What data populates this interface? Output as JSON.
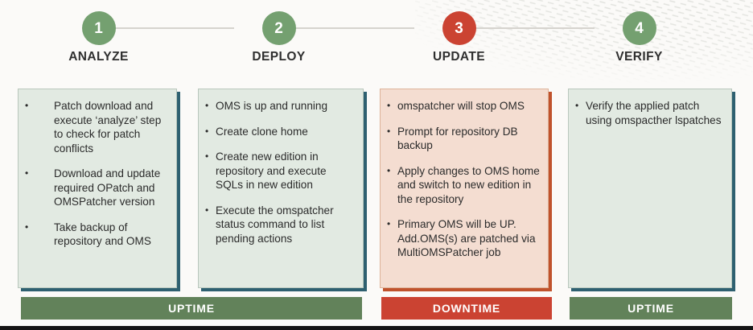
{
  "diagram": {
    "background_color": "#fbfaf8",
    "texture_name": "dashed-fingerprint-texture"
  },
  "colors": {
    "step_green": "#74a070",
    "step_red": "#cb4332",
    "card_green_fill": "#e2eae2",
    "card_green_edge": "#2e6070",
    "card_peach_fill": "#f4ddd1",
    "card_peach_edge": "#c0522c",
    "bar_green": "#62825a",
    "bar_red": "#cb4332",
    "connector": "#d6d3ce",
    "title_text": "#2f2f2f",
    "body_text": "#2b2b2b"
  },
  "steps": [
    {
      "number": "1",
      "title": "ANALYZE",
      "circle_color": "green",
      "card_variant": "green",
      "bullet_style": "wide",
      "bullets": [
        "Patch download and execute ‘analyze’ step to check for patch conflicts",
        "Download and update required OPatch and OMSPatcher version",
        "Take backup of repository and OMS"
      ]
    },
    {
      "number": "2",
      "title": "DEPLOY",
      "circle_color": "green",
      "card_variant": "green",
      "bullet_style": "tight",
      "bullets": [
        "OMS is up and running",
        "Create clone home",
        "Create new edition in repository and execute SQLs in new edition",
        "Execute the omspatcher status command to list pending actions"
      ]
    },
    {
      "number": "3",
      "title": "UPDATE",
      "circle_color": "red",
      "card_variant": "peach",
      "bullet_style": "tight",
      "bullets": [
        "omspatcher will stop OMS",
        "Prompt for repository DB backup",
        "Apply changes to OMS home and switch to new edition in the repository",
        "Primary OMS will be UP. Add.OMS(s) are patched via MultiOMSPatcher job"
      ]
    },
    {
      "number": "4",
      "title": "VERIFY",
      "circle_color": "green",
      "card_variant": "green",
      "bullet_style": "tight",
      "bullets": [
        "Verify the applied patch using omspacther lspatches"
      ]
    }
  ],
  "status_bars": [
    {
      "label": "UPTIME",
      "variant": "green"
    },
    {
      "label": "DOWNTIME",
      "variant": "red"
    },
    {
      "label": "UPTIME",
      "variant": "green"
    }
  ]
}
